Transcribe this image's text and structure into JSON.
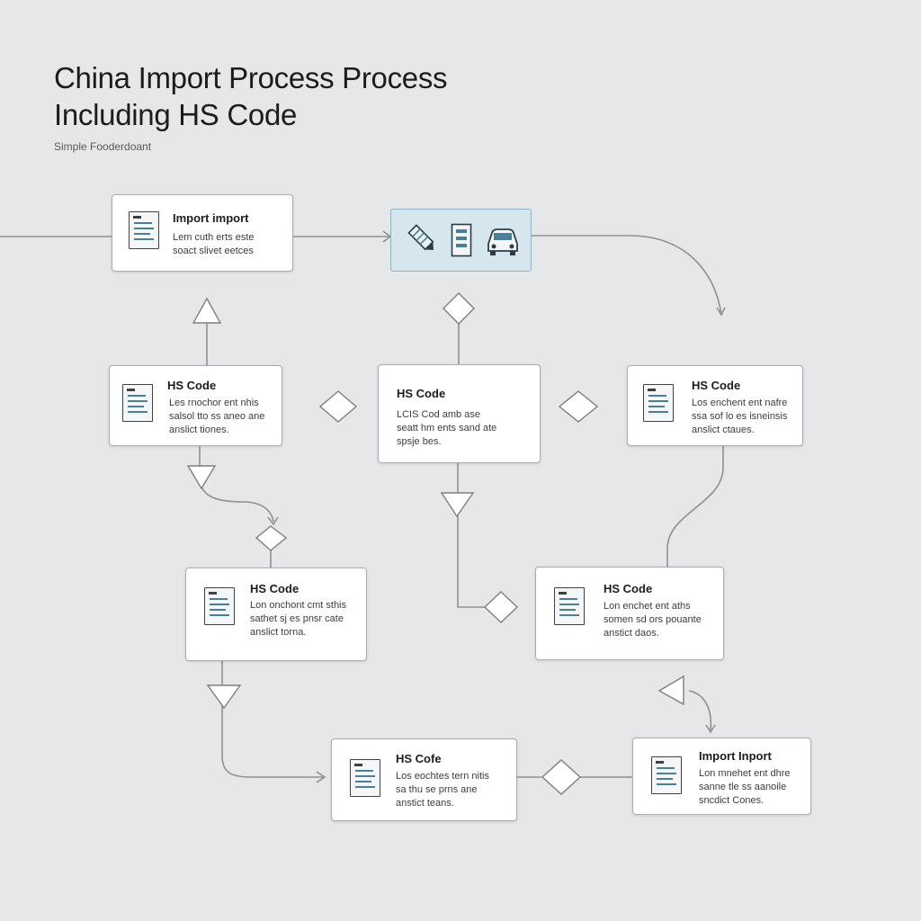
{
  "header": {
    "title_line1": "China Import Process Process",
    "title_line2": "Including HS Code",
    "subtitle": "Simple Fooderdoant"
  },
  "nodes": {
    "n1": {
      "title": "Import import",
      "desc": "Lem cuth erts este\nsoact slivet eetces"
    },
    "n2": {
      "title": "HS Code",
      "desc": "Les rnochor ent nhis\nsalsol tto ss aneo ane\nanslict tiones."
    },
    "n3": {
      "title": "HS Code",
      "desc": "LCIS Cod amb ase\nseatt hm ents sand ate\nspsje bes."
    },
    "n4": {
      "title": "HS Code",
      "desc": "Los enchent ent nafre\nssa sof lo es isneinsis\nanslict ctaues."
    },
    "n5": {
      "title": "HS Code",
      "desc": "Lon onchont cmt sthis\nsathet sj es pnsr cate\nanslict torna."
    },
    "n6": {
      "title": "HS Code",
      "desc": "Lon enchet ent aths\nsomen sd ors pouante\nanstict daos."
    },
    "n7": {
      "title": "HS Cofe",
      "desc": "Los eochtes tern nitis\nsa thu se prns ane\nanstict teans."
    },
    "n8": {
      "title": "Import Inport",
      "desc": "Lon mnehet ent dhre\nsanne tle ss aanoile\nsncdict Cones."
    }
  },
  "media": {
    "icons": [
      "pen-icon",
      "form-icon",
      "car-icon"
    ]
  },
  "colors": {
    "background": "#e6e7e9",
    "accent": "#4a7f98",
    "highlight": "#d5e6ee"
  }
}
